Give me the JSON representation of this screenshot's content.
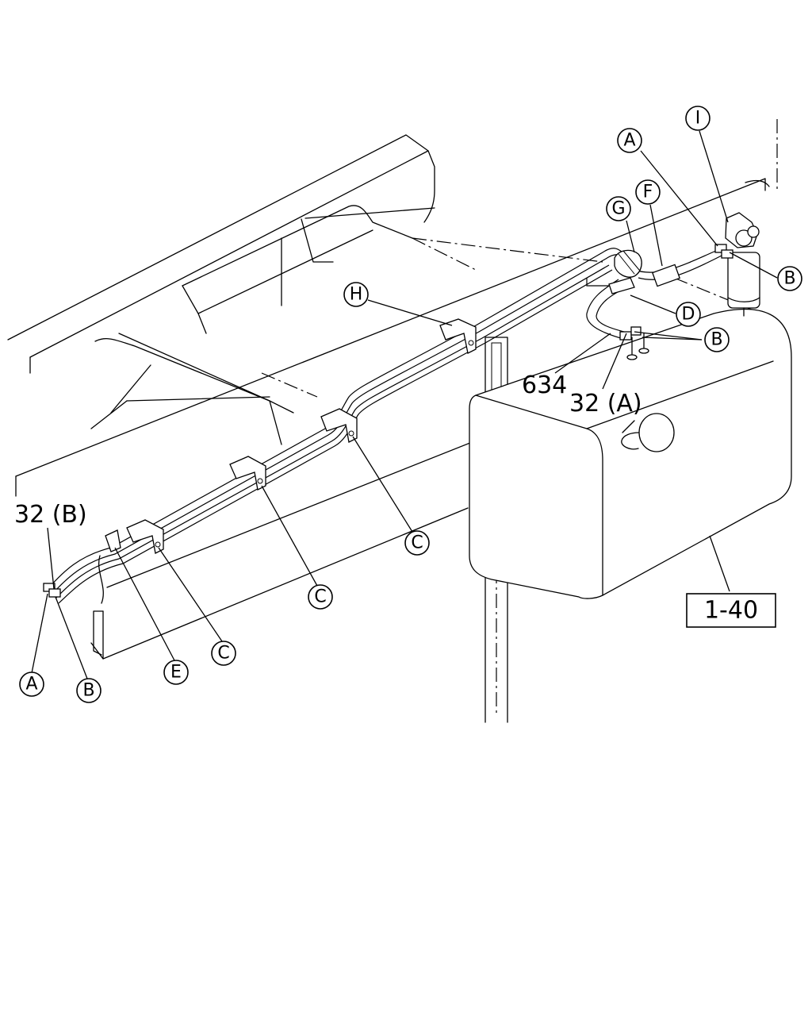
{
  "callouts": {
    "A_left": "A",
    "B_left": "B",
    "E": "E",
    "C_1": "C",
    "C_2": "C",
    "C_3": "C",
    "H": "H",
    "G": "G",
    "F": "F",
    "A_right": "A",
    "I": "I",
    "B_right_top": "B",
    "D": "D",
    "B_right_mid": "B"
  },
  "part_numbers": {
    "p32B": "32 (B)",
    "p634": "634",
    "p32A": "32 (A)"
  },
  "reference": {
    "label": "1-40"
  }
}
